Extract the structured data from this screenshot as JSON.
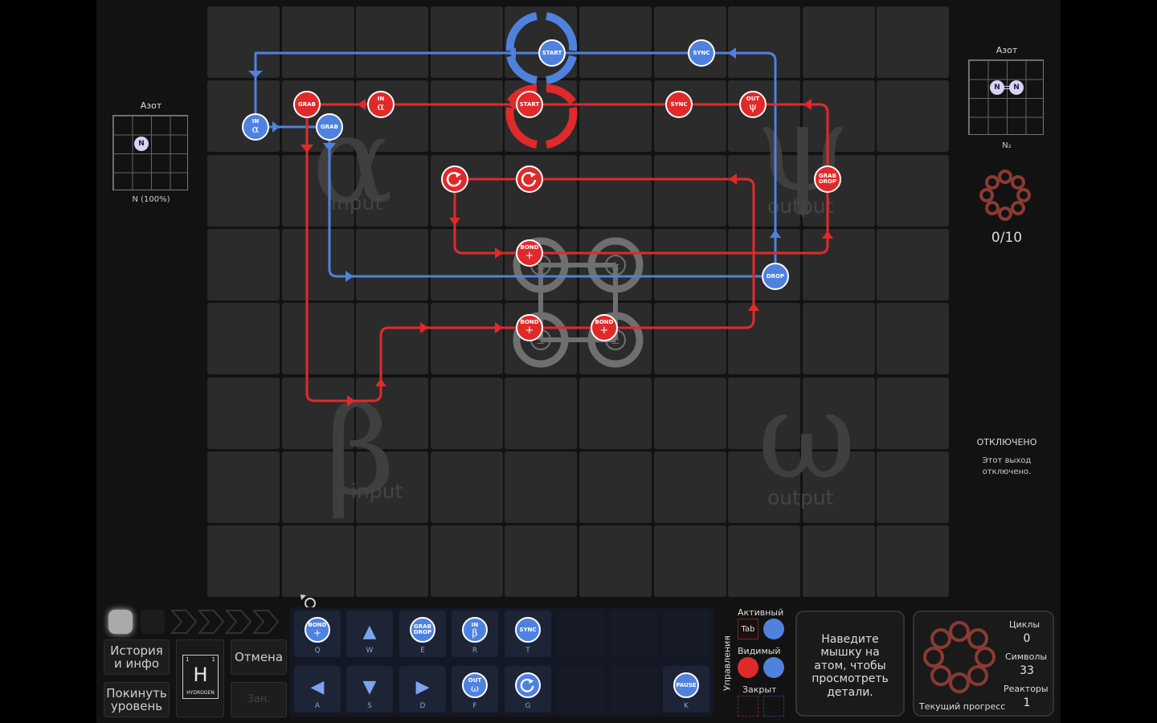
{
  "left_panel": {
    "title": "Азот",
    "atom": "N",
    "caption": "N (100%)"
  },
  "right_panel": {
    "title": "Азот",
    "atoms": [
      "N",
      "N"
    ],
    "caption": "N₂",
    "progress": "0/10",
    "status_title": "ОТКЛЮЧЕНО",
    "status_text_1": "Этот выход",
    "status_text_2": "отключено."
  },
  "zones": {
    "alpha": {
      "glyph": "α",
      "label": "input"
    },
    "psi": {
      "glyph": "ψ",
      "label": "output"
    },
    "beta": {
      "glyph": "β",
      "label": "input"
    },
    "omega": {
      "glyph": "ω",
      "label": "output"
    }
  },
  "colors": {
    "red_waldo": "#e02a2a",
    "blue_waldo": "#4f82df",
    "bonder": "#8a8a8a"
  },
  "nodes": {
    "blue_start": "START",
    "blue_sync": "SYNC",
    "blue_in": "IN",
    "blue_in_sym": "α",
    "blue_grab": "GRAB",
    "blue_drop": "DROP",
    "red_grab": "GRAB",
    "red_in": "IN",
    "red_in_sym": "α",
    "red_start": "START",
    "red_sync": "SYNC",
    "red_out": "OUT",
    "red_out_sym": "ψ",
    "red_grabdrop_1": "GRAB",
    "red_grabdrop_2": "DROP",
    "red_bond_1": "BOND",
    "red_bond_2": "BOND",
    "red_bond_3": "BOND",
    "plus": "+"
  },
  "bottom": {
    "history_1": "История",
    "history_2": "и инфо",
    "leave_1": "Покинуть",
    "leave_2": "уровень",
    "undo": "Отмена",
    "redo": "Зан.",
    "element_symbol": "H",
    "element_name": "HYDROGEN",
    "element_num_l": "1",
    "element_num_r": "1",
    "tools": {
      "bond": {
        "label": "BOND",
        "sym": "+",
        "key": "Q"
      },
      "up": {
        "key": "W"
      },
      "grabdrop": {
        "l1": "GRAB",
        "l2": "DROP",
        "key": "E"
      },
      "in_beta": {
        "label": "IN",
        "sym": "β",
        "key": "R"
      },
      "sync": {
        "label": "SYNC",
        "key": "T"
      },
      "left": {
        "key": "A"
      },
      "down": {
        "key": "S"
      },
      "right": {
        "key": "D"
      },
      "out_omega": {
        "label": "OUT",
        "sym": "ω",
        "key": "F"
      },
      "rotate": {
        "key": "G"
      },
      "pause": {
        "label": "PAUSE",
        "key": "K"
      }
    },
    "controls_label": "Управления",
    "active": "Активный",
    "tab_key": "Tab",
    "visible": "Видимый",
    "closed": "Закрыт",
    "hint_1": "Наведите",
    "hint_2": "мышку на",
    "hint_3": "атом, чтобы",
    "hint_4": "просмотреть",
    "hint_5": "детали.",
    "stats": {
      "cycles_label": "Циклы",
      "cycles": "0",
      "symbols_label": "Символы",
      "symbols": "33",
      "reactors_label": "Реакторы",
      "reactors": "1",
      "progress_label": "Текущий прогресс"
    }
  }
}
